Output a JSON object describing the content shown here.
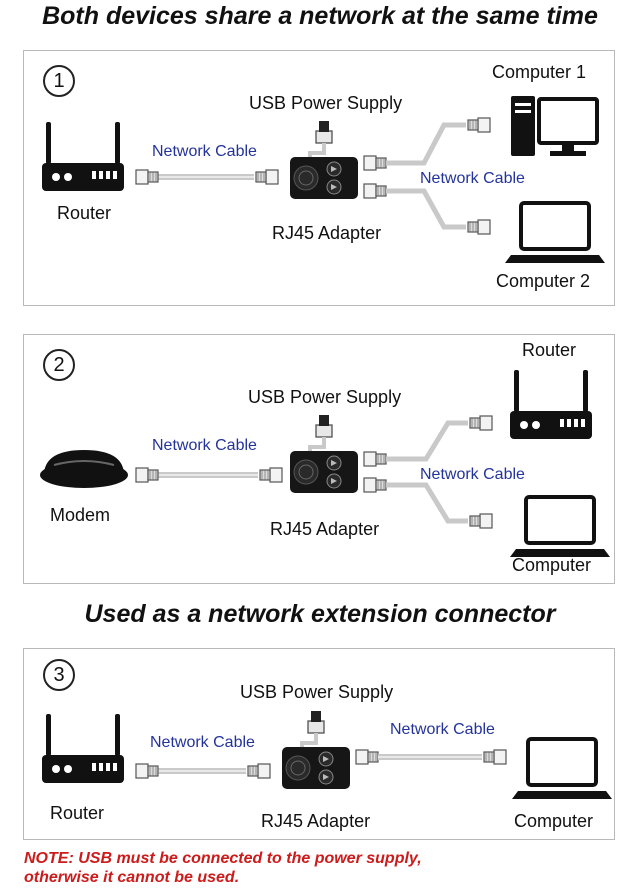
{
  "headings": {
    "share": "Both devices share a network at the same time",
    "extension": "Used as a network extension connector"
  },
  "panel1": {
    "step": "1",
    "usb_power_supply": "USB Power Supply",
    "network_cable_left": "Network Cable",
    "network_cable_right": "Network Cable",
    "router": "Router",
    "adapter": "RJ45 Adapter",
    "computer1": "Computer 1",
    "computer2": "Computer 2"
  },
  "panel2": {
    "step": "2",
    "usb_power_supply": "USB Power Supply",
    "network_cable_left": "Network Cable",
    "network_cable_right": "Network Cable",
    "modem": "Modem",
    "adapter": "RJ45 Adapter",
    "router": "Router",
    "computer": "Computer"
  },
  "panel3": {
    "step": "3",
    "usb_power_supply": "USB Power Supply",
    "network_cable_left": "Network Cable",
    "network_cable_right": "Network Cable",
    "router": "Router",
    "adapter": "RJ45 Adapter",
    "computer": "Computer"
  },
  "note": {
    "line1": "NOTE:  USB must be connected to the power supply,",
    "line2": "otherwise it cannot be used."
  },
  "colors": {
    "note": "#cc1b1b",
    "cable_label": "#23339a",
    "border": "#b9b9b9",
    "device": "#111111"
  }
}
